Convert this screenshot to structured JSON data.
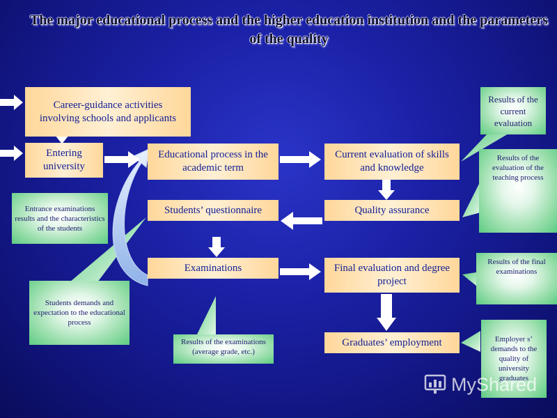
{
  "title": "The major educational process and the  higher education institution and the parameters of the quality",
  "boxes": {
    "career_guidance": "Career-guidance activities involving schools and applicants",
    "entering_university": "Entering university",
    "educational_process": "Educational process in the academic term",
    "current_evaluation": "Current evaluation of skills and knowledge",
    "students_questionnaire": "Students’ questionnaire",
    "quality_assurance": "Quality assurance",
    "examinations": "Examinations",
    "final_evaluation": "Final evaluation and degree project",
    "graduates_employment": "Graduates’ employment"
  },
  "notes": {
    "entrance_exams": "Entrance examinations results and the characteristics of the students",
    "students_demands": "Students demands and expectation to the educational process",
    "exam_results": "Results of the examinations (average grade, etc.)",
    "current_eval_results": "Results of the current evaluation",
    "teaching_eval_results": "Results of the evaluation of the teaching process",
    "final_exam_results": "Results of the final examinations",
    "employer_demands": "Employer s’ demands to the quality of university graduates"
  },
  "watermark": "MyShared",
  "colors": {
    "background": "#1b21a6",
    "process_box": "#ffd79a",
    "note_box": "#9fe0b0",
    "arrow_fill": "#ffffff",
    "text": "#111e96"
  }
}
